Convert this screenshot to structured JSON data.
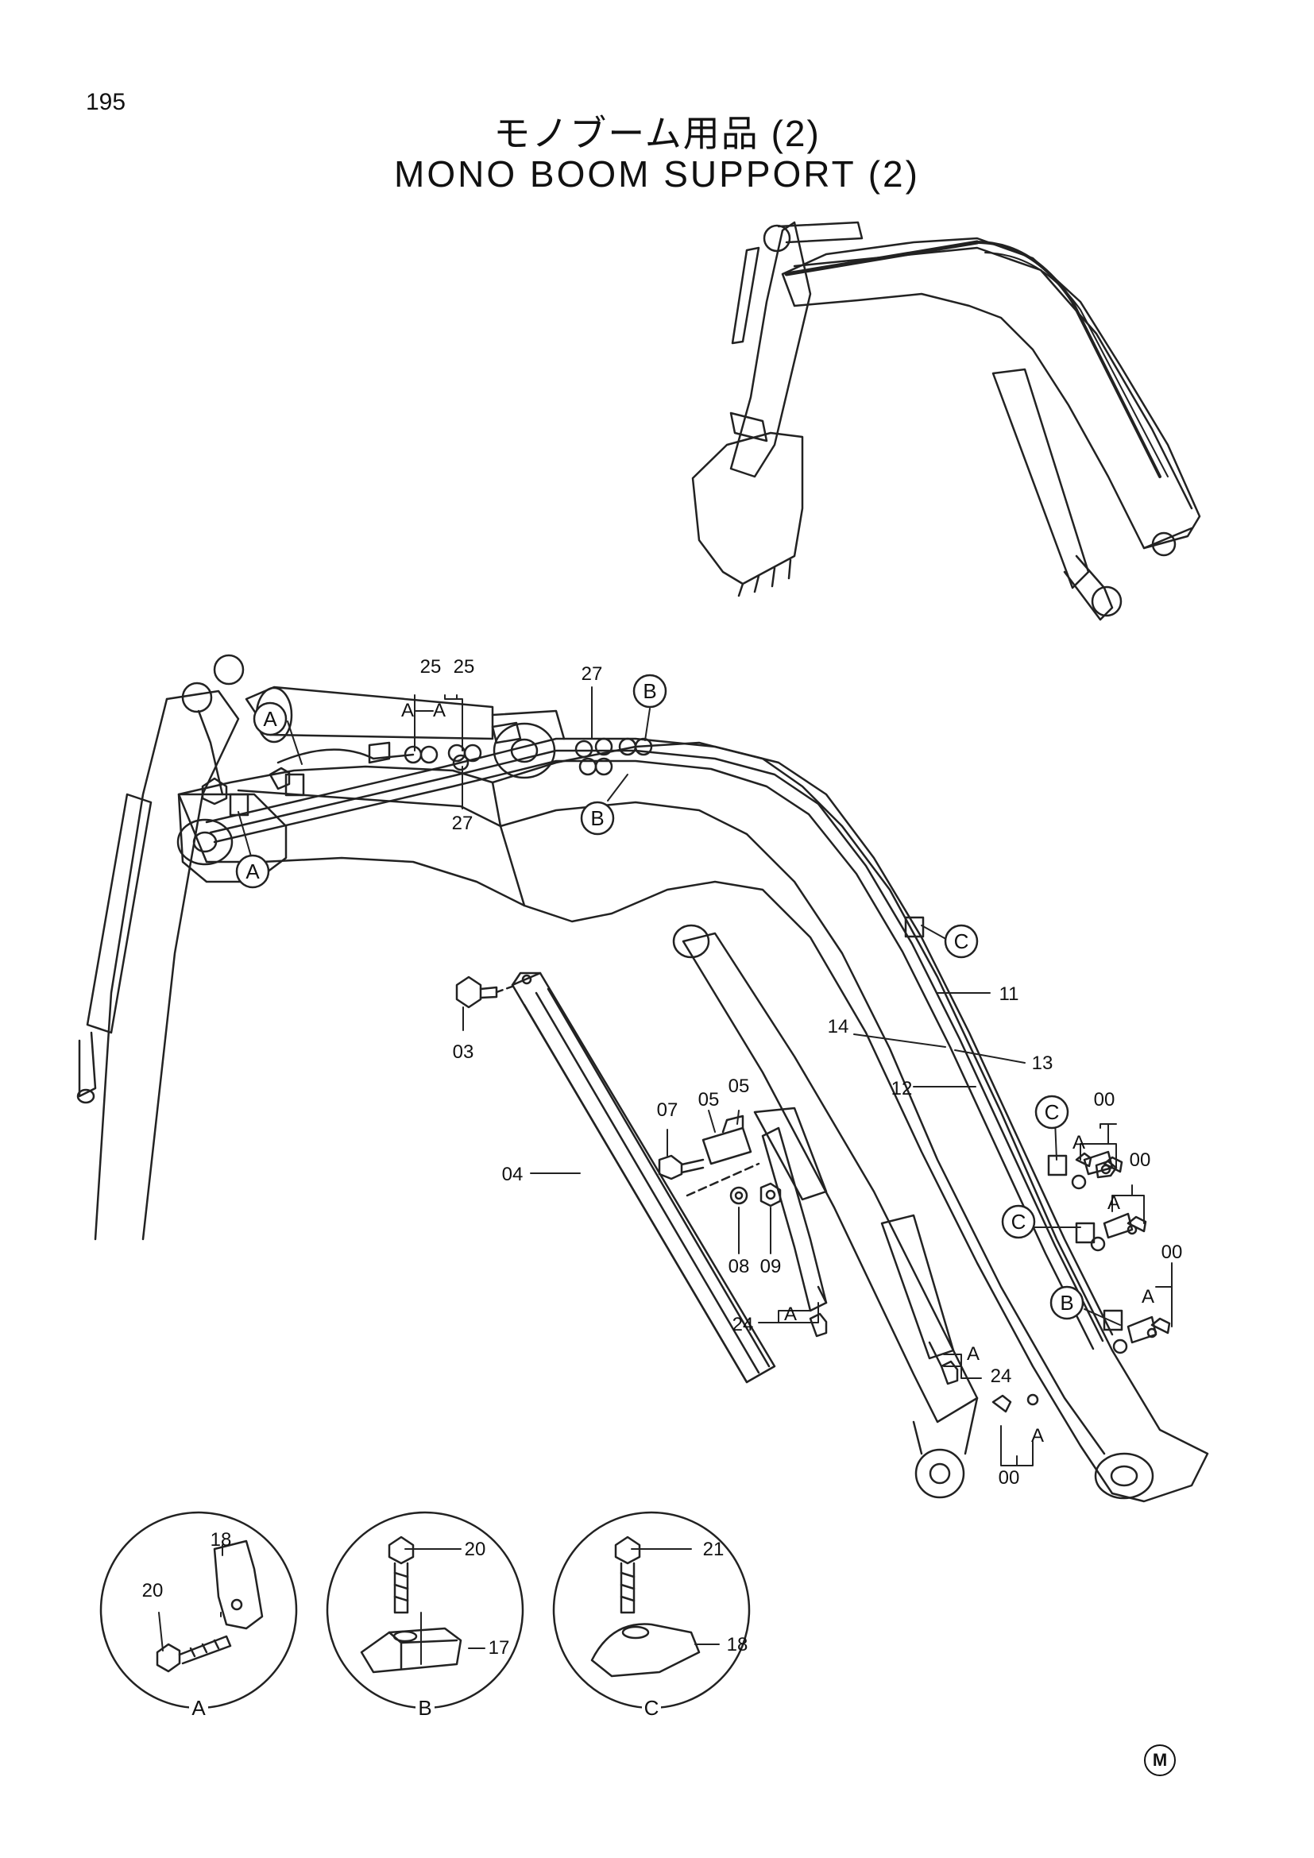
{
  "page": {
    "number": "195",
    "title_jp": "モノブーム用品 (2)",
    "title_en": "MONO BOOM SUPPORT (2)",
    "mark": "M"
  },
  "callouts": {
    "A": "A",
    "B": "B",
    "C": "C"
  },
  "parts": {
    "p00": "00",
    "p03": "03",
    "p04": "04",
    "p05": "05",
    "p07": "07",
    "p08": "08",
    "p09": "09",
    "p11": "11",
    "p12": "12",
    "p13": "13",
    "p14": "14",
    "p17": "17",
    "p18": "18",
    "p20": "20",
    "p21": "21",
    "p24": "24",
    "p25": "25",
    "p27": "27"
  },
  "details": {
    "a": "A",
    "b": "B",
    "c": "C"
  }
}
